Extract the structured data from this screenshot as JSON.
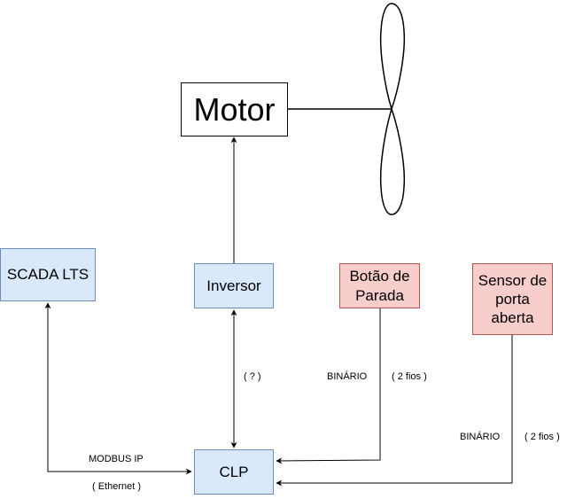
{
  "nodes": {
    "motor": "Motor",
    "scada": "SCADA LTS",
    "inversor": "Inversor",
    "botao_line1": "Botão de",
    "botao_line2": "Parada",
    "sensor_line1": "Sensor de",
    "sensor_line2": "porta",
    "sensor_line3": "aberta",
    "clp": "CLP"
  },
  "edge_labels": {
    "inversor_clp": "( ? )",
    "botao_type": "BINÁRIO",
    "botao_wires": "( 2 fios )",
    "sensor_type": "BINÁRIO",
    "sensor_wires": "( 2 fios )",
    "scada_protocol": "MODBUS IP",
    "scada_medium": "( Ethernet )"
  },
  "colors": {
    "blue_fill": "#dae8fc",
    "blue_stroke": "#6c8ebf",
    "red_fill": "#f8cecc",
    "red_stroke": "#b85450",
    "line": "#000000"
  }
}
